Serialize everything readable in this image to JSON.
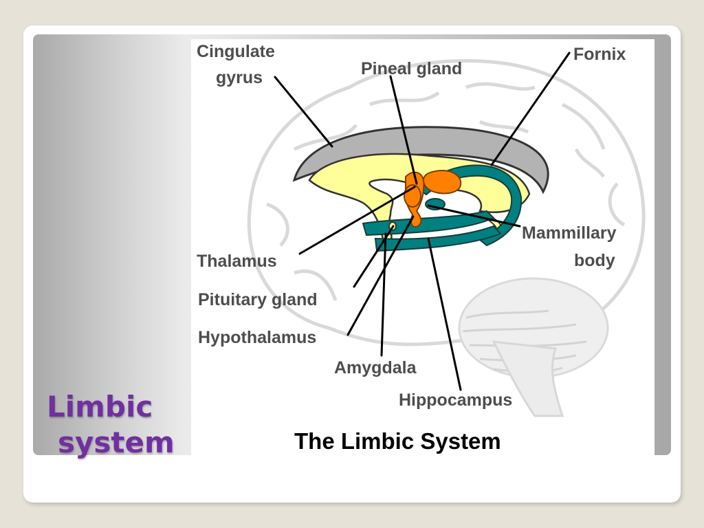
{
  "slide": {
    "title_line1": "Limbic",
    "title_line2": "system"
  },
  "diagram": {
    "caption": "The Limbic System",
    "labels": {
      "cingulate_line1": "Cingulate",
      "cingulate_line2": "gyrus",
      "pineal": "Pineal gland",
      "fornix": "Fornix",
      "mammillary_line1": "Mammillary",
      "mammillary_line2": "body",
      "thalamus": "Thalamus",
      "pituitary": "Pituitary gland",
      "hypothalamus": "Hypothalamus",
      "amygdala": "Amygdala",
      "hippocampus": "Hippocampus"
    },
    "colors": {
      "cingulate": "#b3b3b3",
      "yellow_region": "#ffff99",
      "orange_structures": "#ff8000",
      "teal_structures": "#008080",
      "brain_outline": "#d9d9d9"
    }
  }
}
